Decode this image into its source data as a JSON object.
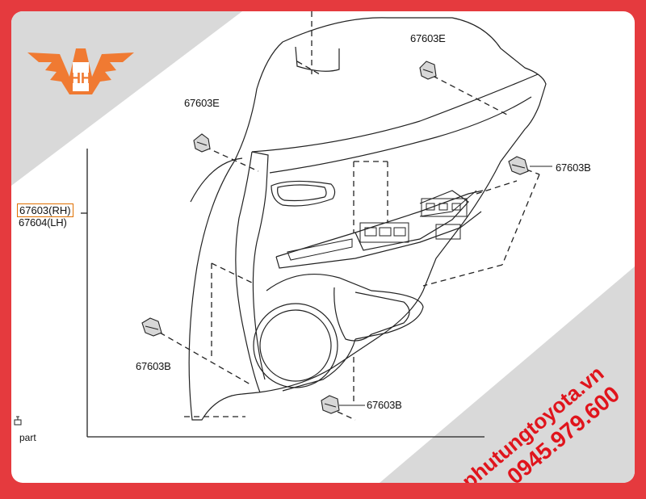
{
  "diagram": {
    "callouts": {
      "e_top": "67603E",
      "e_left": "67603E",
      "b_right": "67603B",
      "b_left": "67603B",
      "b_bottom": "67603B",
      "rh": "67603(RH)",
      "lh": "67604(LH)"
    },
    "legend_note": "part"
  },
  "watermark": {
    "website": "phutungtoyota.vn",
    "phone": "0945.979.600",
    "logo_text": "HH"
  },
  "colors": {
    "frame": "#e53a3e",
    "logo_orange": "#f07a32",
    "promo_red": "#e0141c",
    "line": "#222222"
  }
}
